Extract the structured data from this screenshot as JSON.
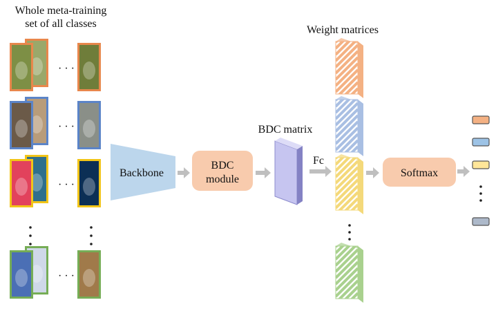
{
  "dataset": {
    "title_line1": "Whole meta-training",
    "title_line2": "set of all classes",
    "ellipsis": "· · ·",
    "classes": [
      {
        "frame": "#e8874c",
        "photo_a": "#7d8f45",
        "photo_b": "#9aa86a",
        "photo_c": "#6f7d3a"
      },
      {
        "frame": "#5b84c8",
        "photo_a": "#6b5a48",
        "photo_b": "#b89c7a",
        "photo_c": "#8a8f88"
      },
      {
        "frame": "#f2c518",
        "photo_a": "#e2425c",
        "photo_b": "#2f6f8c",
        "photo_c": "#0c2f55"
      },
      {
        "frame": "#76ad56",
        "photo_a": "#4b6fb5",
        "photo_b": "#cfd8e8",
        "photo_c": "#a07a4a"
      }
    ]
  },
  "blocks": {
    "backbone": "Backbone",
    "bdc_module_line1": "BDC",
    "bdc_module_line2": "module",
    "softmax": "Softmax"
  },
  "labels": {
    "bdc_matrix": "BDC matrix",
    "fc": "Fc",
    "weight_matrices": "Weight matrices"
  },
  "colors": {
    "backbone_fill": "#bcd6ec",
    "block_fill": "#f8cbad",
    "bdc_matrix_fill": "#c6c5f0",
    "arrow": "#bfbfbf",
    "weights": [
      "#f4b183",
      "#a9bfe3",
      "#f4d97a",
      "#a9d18e"
    ],
    "outputs": [
      "#f4b183",
      "#9dc3e6",
      "#ffe699",
      "#adb9ca"
    ]
  }
}
